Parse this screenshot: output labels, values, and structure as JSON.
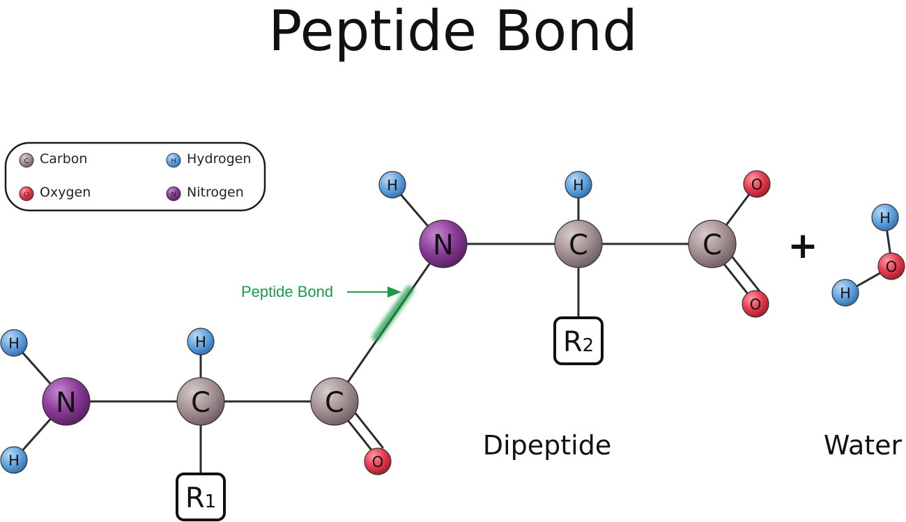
{
  "title": "Peptide Bond",
  "legend": [
    {
      "symbol": "C",
      "label": "Carbon",
      "color": "#a49194"
    },
    {
      "symbol": "H",
      "label": "Hydrogen",
      "color": "#63a3df"
    },
    {
      "symbol": "O",
      "label": "Oxygen",
      "color": "#e63a4e"
    },
    {
      "symbol": "N",
      "label": "Nitrogen",
      "color": "#8a3a98"
    }
  ],
  "atom_symbols": {
    "C": "C",
    "H": "H",
    "O": "O",
    "N": "N"
  },
  "r_groups": {
    "r1": {
      "letter": "R",
      "sub": "1"
    },
    "r2": {
      "letter": "R",
      "sub": "2"
    }
  },
  "plus_sign": "+",
  "annotation": "Peptide Bond",
  "captions": {
    "dipeptide": "Dipeptide",
    "water": "Water"
  },
  "colors": {
    "carbon": "#a49194",
    "hydrogen": "#63a3df",
    "oxygen": "#e63a4e",
    "nitrogen": "#8a3a98",
    "annotation": "#1a9a4a"
  }
}
